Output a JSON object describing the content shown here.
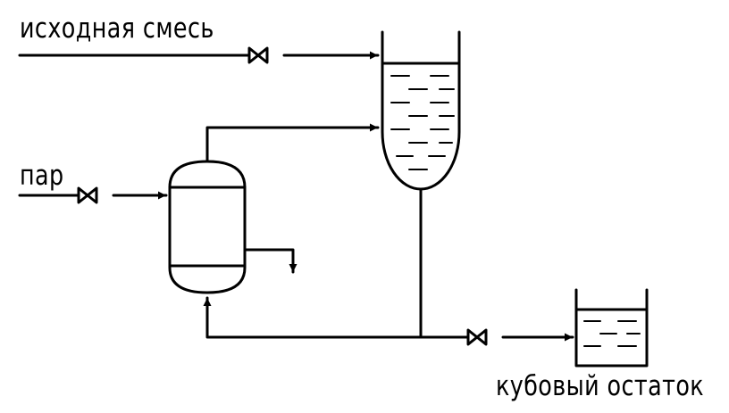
{
  "labels": {
    "feed": "исходная смесь",
    "steam": "пар",
    "bottoms": "кубовый остаток"
  },
  "colors": {
    "line": "#000000",
    "background": "#ffffff"
  }
}
